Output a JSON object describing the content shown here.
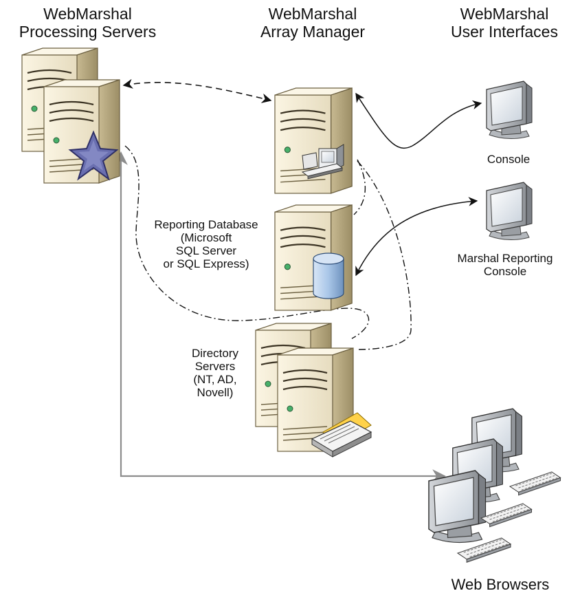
{
  "headers": {
    "processing": [
      "WebMarshal",
      "Processing Servers"
    ],
    "array_manager": [
      "WebMarshal",
      "Array Manager"
    ],
    "user_interfaces": [
      "WebMarshal",
      "User Interfaces"
    ]
  },
  "labels": {
    "console": "Console",
    "reporting_console": [
      "Marshal Reporting",
      "Console"
    ],
    "reporting_db": [
      "Reporting Database",
      "(Microsoft",
      "SQL Server",
      "or SQL Express)"
    ],
    "directory": [
      "Directory",
      "Servers",
      "(NT, AD,",
      "Novell)"
    ],
    "web_browsers": "Web Browsers"
  },
  "icons": {
    "processing_servers": "server-pair-icon",
    "logo": "webmarshal-star-icon",
    "array_manager": "server-with-workstation-icon",
    "database": "server-with-database-icon",
    "directory": "server-pair-with-modem-icon",
    "console": "monitor-icon",
    "reporting_console": "monitor-icon",
    "web_browsers": "workstation-group-icon"
  },
  "colors": {
    "server_light": "#f4ecd4",
    "server_mid": "#d9cda8",
    "server_dark": "#a4966c",
    "star_fill": "#6a6fb0",
    "star_stroke": "#2e2f66",
    "db_fill": "#a9c6e8",
    "connector": "#111111",
    "web_connector": "#8c8c8c"
  }
}
